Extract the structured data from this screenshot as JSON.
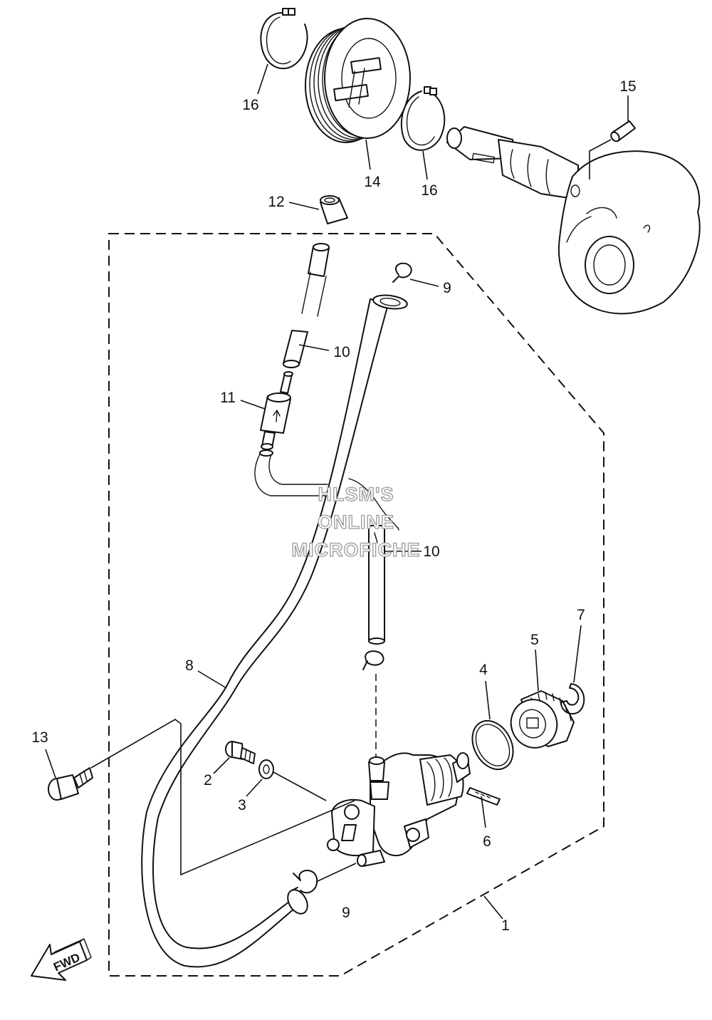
{
  "callouts": {
    "c1": "1",
    "c2": "2",
    "c3": "3",
    "c4": "4",
    "c5": "5",
    "c6": "6",
    "c7": "7",
    "c8": "8",
    "c9a": "9",
    "c9b": "9",
    "c10a": "10",
    "c10b": "10",
    "c11": "11",
    "c12": "12",
    "c13": "13",
    "c14": "14",
    "c15": "15",
    "c16a": "16",
    "c16b": "16"
  },
  "watermark": {
    "line1": "HLSM'S",
    "line2": "ONLINE",
    "line3": "MICROFICHE"
  },
  "direction_arrow": {
    "label": "FWD"
  }
}
